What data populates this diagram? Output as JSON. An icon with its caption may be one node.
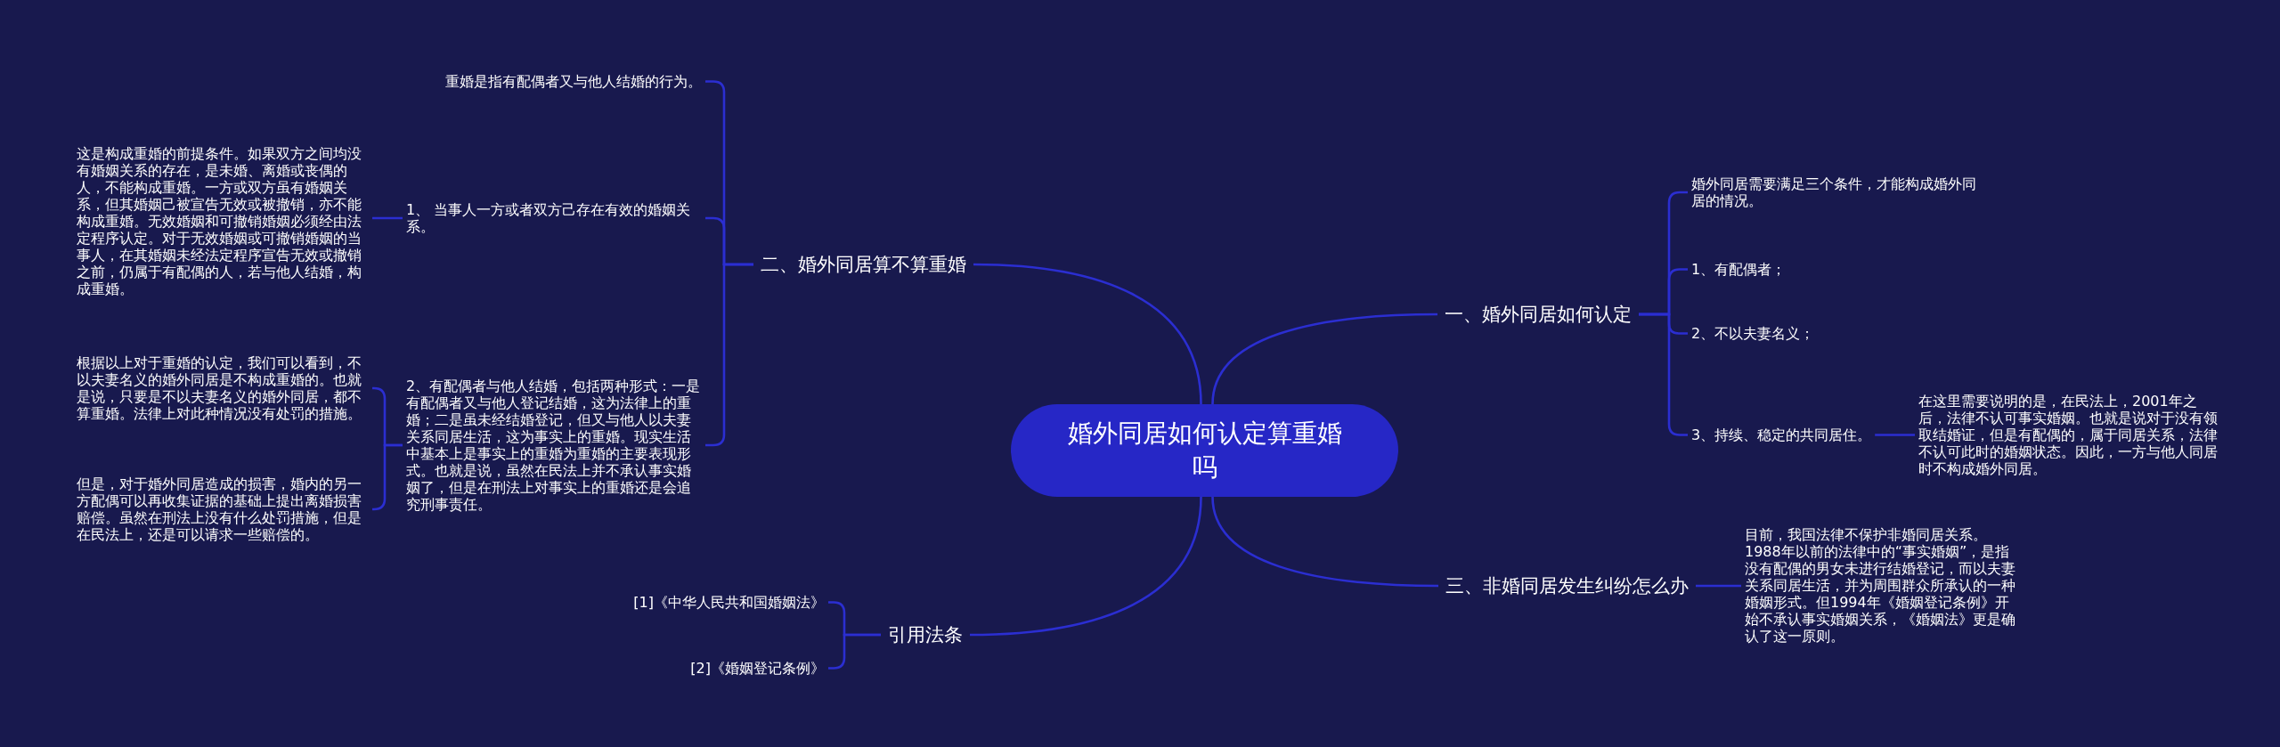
{
  "diagram": {
    "nodes": [
      {
        "text": [
          "婚外同居如何认定算重婚吗"
        ]
      },
      {
        "text": [
          "二、婚外同居算不算重婚"
        ]
      },
      {
        "text": [
          "重婚是指有配偶者又与他人结婚的行为。"
        ]
      },
      {
        "text": [
          "1、 当事人一方或者双方己存在有效的婚姻关系。"
        ]
      },
      {
        "text": [
          "这是构成重婚的前提条件。如果双方之间均没有婚姻关系的存在，是未婚、离婚或丧偶的人，不能构成重婚。一方或双方虽有婚姻关系，但其婚姻己被宣告无效或被撤销，亦不能构成重婚。无效婚姻和可撤销婚姻必须经由法定程序认定。对于无效婚姻或可撤销婚姻的当事人，在其婚姻未经法定程序宣告无效或撤销之前，仍属于有配偶的人，若与他人结婚，构成重婚。"
        ]
      },
      {
        "text": [
          "2、有配偶者与他人结婚，包括两种形式：一是有配偶者又与他人登记结婚，这为法律上的重婚；二是虽未经结婚登记，但又与他人以夫妻关系同居生活，这为事实上的重婚。现实生活中基本上是事实上的重婚为重婚的主要表现形式。也就是说，虽然在民法上并不承认事实婚姻了，但是在刑法上对事实上的重婚还是会追究刑事责任。"
        ]
      },
      {
        "text": [
          "根据以上对于重婚的认定，我们可以看到，不以夫妻名义的婚外同居是不构成重婚的。也就是说，只要是不以夫妻名义的婚外同居，都不算重婚。法律上对此种情况没有处罚的措施。"
        ]
      },
      {
        "text": [
          "但是，对于婚外同居造成的损害，婚内的另一方配偶可以再收集证据的基础上提出离婚损害赔偿。虽然在刑法上没有什么处罚措施，但是在民法上，还是可以请求一些赔偿的。"
        ]
      },
      {
        "text": [
          "一、婚外同居如何认定"
        ]
      },
      {
        "text": [
          "婚外同居需要满足三个条件，才能构成婚外同居的情况。"
        ]
      },
      {
        "text": [
          "1、有配偶者；"
        ]
      },
      {
        "text": [
          "2、不以夫妻名义；"
        ]
      },
      {
        "text": [
          "3、持续、稳定的共同居住。"
        ]
      },
      {
        "text": [
          "在这里需要说明的是，在民法上，2001年之后，法律不认可事实婚姻。也就是说对于没有领取结婚证，但是有配偶的，属于同居关系，法律不认可此时的婚姻状态。因此，一方与他人同居时不构成婚外同居。"
        ]
      },
      {
        "text": [
          "三、非婚同居发生纠纷怎么办"
        ]
      },
      {
        "text": [
          "目前，我国法律不保护非婚同居关系。1988年以前的法律中的“事实婚姻”，是指没有配偶的男女未进行结婚登记，而以夫妻关系同居生活，并为周围群众所承认的一种婚姻形式。但1994年《婚姻登记条例》开始不承认事实婚姻关系，《婚姻法》更是确认了这一原则。"
        ]
      },
      {
        "text": [
          "引用法条"
        ]
      },
      {
        "text": [
          "[1]《中华人民共和国婚姻法》"
        ]
      },
      {
        "text": [
          "[2]《婚姻登记条例》"
        ]
      }
    ],
    "edges": [
      {
        "from": 0,
        "to": 1,
        "arrow": "none"
      },
      {
        "from": 1,
        "to": 2,
        "arrow": "none"
      },
      {
        "from": 1,
        "to": 3,
        "arrow": "none"
      },
      {
        "from": 3,
        "to": 4,
        "arrow": "none"
      },
      {
        "from": 1,
        "to": 5,
        "arrow": "none"
      },
      {
        "from": 5,
        "to": 6,
        "arrow": "none"
      },
      {
        "from": 5,
        "to": 7,
        "arrow": "none"
      },
      {
        "from": 0,
        "to": 8,
        "arrow": "none"
      },
      {
        "from": 8,
        "to": 9,
        "arrow": "none"
      },
      {
        "from": 8,
        "to": 10,
        "arrow": "none"
      },
      {
        "from": 8,
        "to": 11,
        "arrow": "none"
      },
      {
        "from": 8,
        "to": 12,
        "arrow": "none"
      },
      {
        "from": 12,
        "to": 13,
        "arrow": "none"
      },
      {
        "from": 0,
        "to": 14,
        "arrow": "none"
      },
      {
        "from": 14,
        "to": 15,
        "arrow": "none"
      },
      {
        "from": 0,
        "to": 16,
        "arrow": "none"
      },
      {
        "from": 16,
        "to": 17,
        "arrow": "none"
      },
      {
        "from": 16,
        "to": 18,
        "arrow": "none"
      }
    ]
  }
}
